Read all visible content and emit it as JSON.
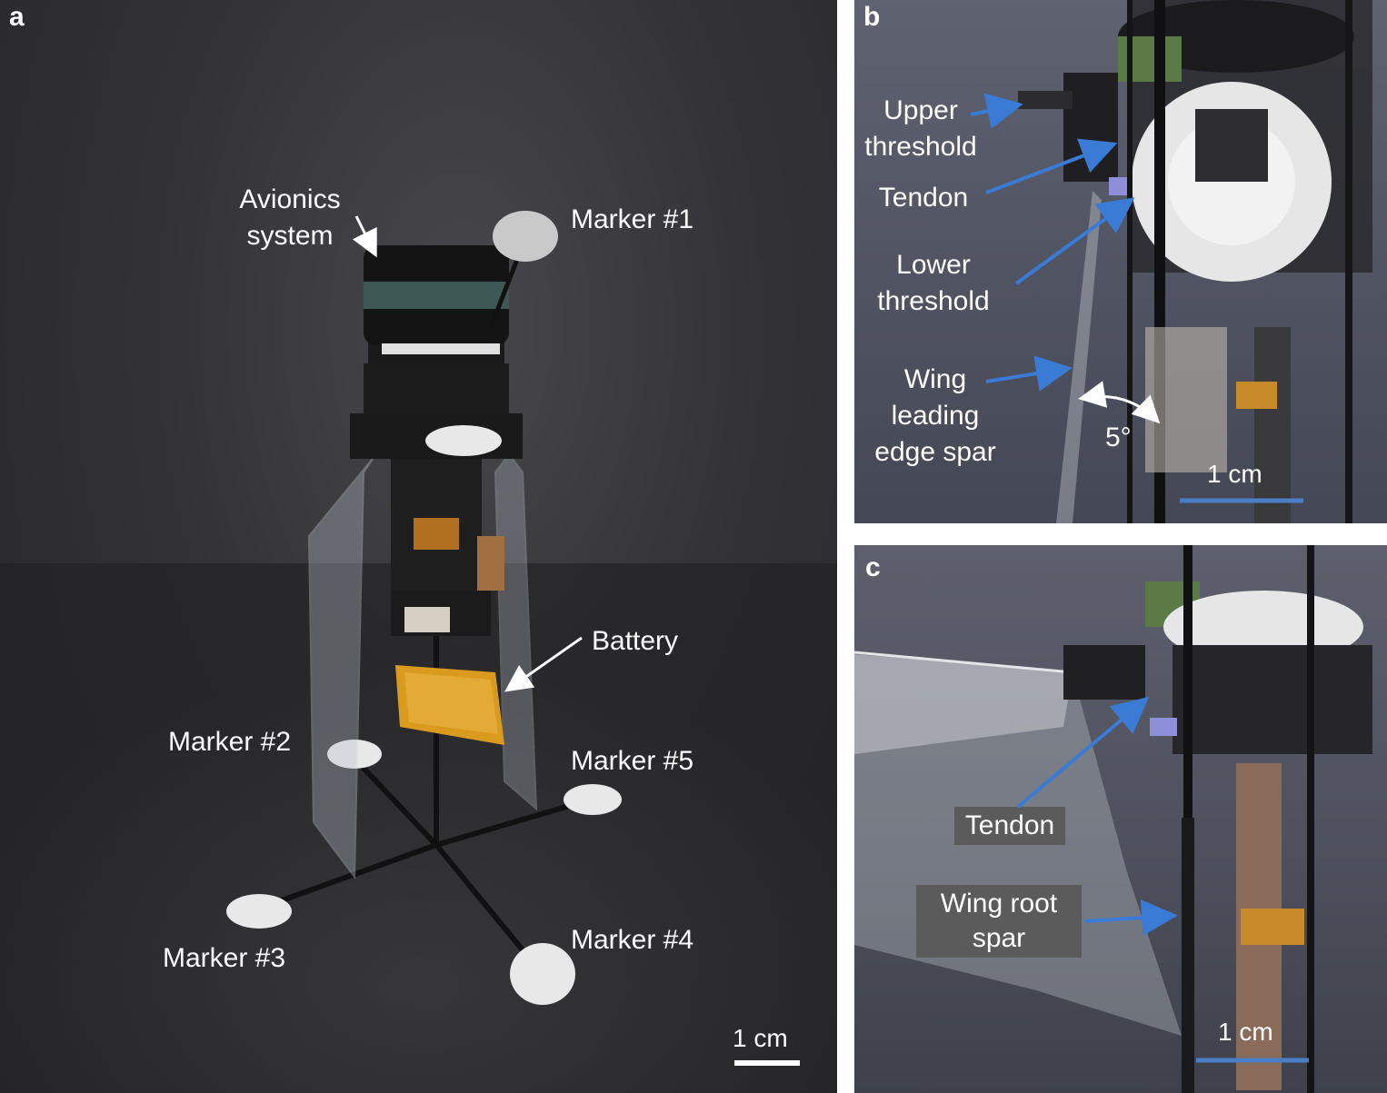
{
  "panels": {
    "a": {
      "letter": "a",
      "labels": {
        "avionics": "Avionics\nsystem",
        "marker1": "Marker #1",
        "battery": "Battery",
        "marker2": "Marker #2",
        "marker5": "Marker #5",
        "marker3": "Marker #3",
        "marker4": "Marker #4"
      },
      "scale_bar": "1 cm"
    },
    "b": {
      "letter": "b",
      "labels": {
        "upper": "Upper\nthreshold",
        "tendon": "Tendon",
        "lower": "Lower\nthreshold",
        "wing": "Wing\nleading\nedge spar",
        "angle": "5°"
      },
      "scale_bar": "1 cm"
    },
    "c": {
      "letter": "c",
      "labels": {
        "tendon": "Tendon",
        "root": "Wing root\nspar"
      },
      "scale_bar": "1 cm"
    }
  },
  "colors": {
    "arrow_blue": "#3a7bd5",
    "arrow_white": "#ffffff",
    "scale_bar_blue": "#4a7fc8",
    "label_box": "#5b5b5b",
    "battery_amber": "#d99a1e"
  }
}
